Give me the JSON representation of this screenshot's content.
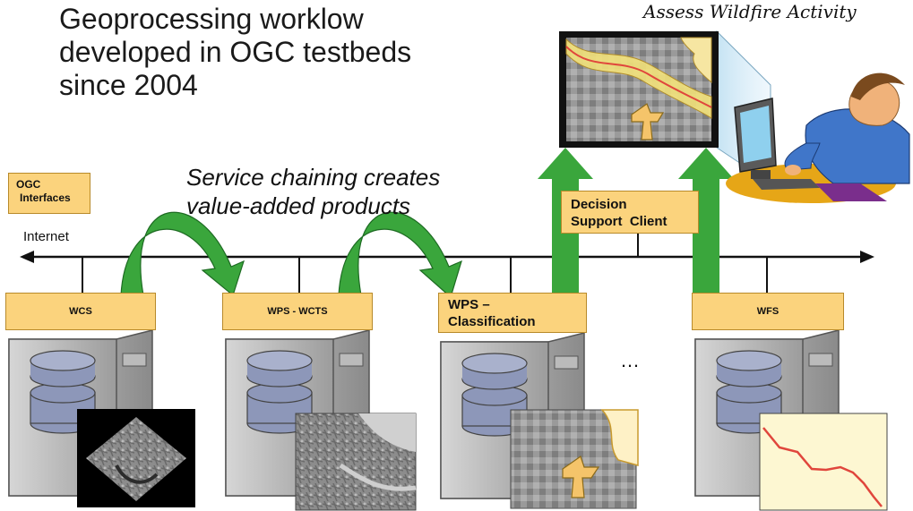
{
  "title_lines": [
    "Geoprocessing worklow",
    "developed in OGC testbeds",
    "since 2004"
  ],
  "assess_label": "Assess Wildfire Activity",
  "chaining_lines": [
    "Service chaining creates",
    "value-added products"
  ],
  "internet_label": "Internet",
  "legend": {
    "label_line1": "OGC",
    "label_line2": "Interfaces"
  },
  "services": {
    "wcs": "WCS",
    "wps_wcts": "WPS - WCTS",
    "wps_classification_line1": "WPS –",
    "wps_classification_line2": "Classification",
    "wfs": "WFS"
  },
  "decision_client_line1": "Decision",
  "decision_client_line2": "Support  Client",
  "ellipsis": "…",
  "colors": {
    "interface_box": "#fbd37d",
    "arrow_green": "#3aa63c",
    "server_gray": "#b8b8b8",
    "disk_blue": "#8d97b9",
    "map_yellow": "#f2e17a",
    "fire_line": "#e0463c"
  }
}
